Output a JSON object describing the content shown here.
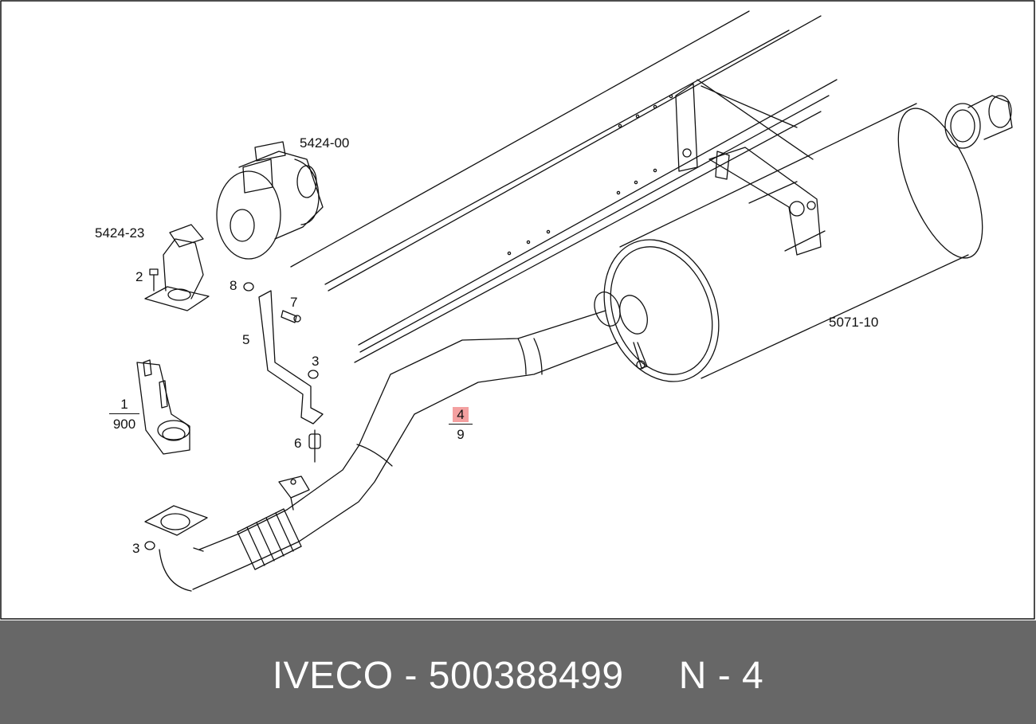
{
  "diagram": {
    "callouts": {
      "turbo": "5424-00",
      "elbow": "5424-23",
      "muffler": "5071-10",
      "bolt_2": "2",
      "nut_8": "8",
      "screw_7": "7",
      "bracket_5": "5",
      "nut_3_upper": "3",
      "stud_6": "6",
      "nut_3_lower": "3"
    },
    "fraction_1": {
      "numerator": "1",
      "denominator": "900"
    },
    "fraction_4": {
      "numerator": "4",
      "denominator": "9"
    },
    "highlight_color": "#f4a0a0"
  },
  "footer": {
    "brand": "IVECO",
    "separator": " - ",
    "part_number": "500388499",
    "position_label": "N - 4",
    "background_color": "#676767"
  }
}
